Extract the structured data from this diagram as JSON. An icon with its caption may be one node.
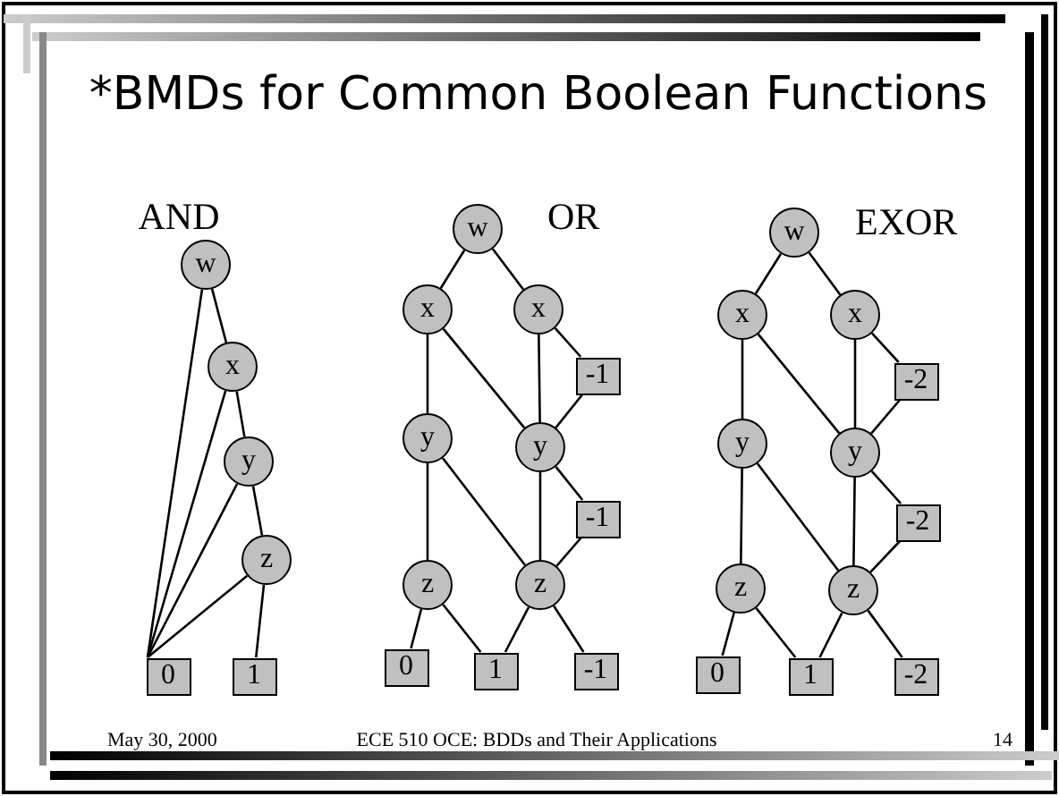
{
  "diagram": {
    "title": "*BMDs for Common Boolean Functions",
    "nodes": [
      {
        "text": [
          "w"
        ]
      },
      {
        "text": [
          "x"
        ]
      },
      {
        "text": [
          "y"
        ]
      },
      {
        "text": [
          "z"
        ]
      },
      {
        "text": [
          "0"
        ]
      },
      {
        "text": [
          "1"
        ]
      },
      {
        "text": [
          "w"
        ]
      },
      {
        "text": [
          "x"
        ]
      },
      {
        "text": [
          "x"
        ]
      },
      {
        "text": [
          "-1"
        ]
      },
      {
        "text": [
          "y"
        ]
      },
      {
        "text": [
          "y"
        ]
      },
      {
        "text": [
          "-1"
        ]
      },
      {
        "text": [
          "z"
        ]
      },
      {
        "text": [
          "z"
        ]
      },
      {
        "text": [
          "0"
        ]
      },
      {
        "text": [
          "1"
        ]
      },
      {
        "text": [
          "-1"
        ]
      },
      {
        "text": [
          "w"
        ]
      },
      {
        "text": [
          "x"
        ]
      },
      {
        "text": [
          "x"
        ]
      },
      {
        "text": [
          "-2"
        ]
      },
      {
        "text": [
          "y"
        ]
      },
      {
        "text": [
          "y"
        ]
      },
      {
        "text": [
          "-2"
        ]
      },
      {
        "text": [
          "z"
        ]
      },
      {
        "text": [
          "z"
        ]
      },
      {
        "text": [
          "0"
        ]
      },
      {
        "text": [
          "1"
        ]
      },
      {
        "text": [
          "-2"
        ]
      }
    ],
    "edges": [
      {
        "from": 0,
        "to": 1,
        "arrow": "none"
      },
      {
        "from": 1,
        "to": 2,
        "arrow": "none"
      },
      {
        "from": 2,
        "to": 3,
        "arrow": "none"
      },
      {
        "from": 3,
        "to": 5,
        "arrow": "none"
      },
      {
        "from": 0,
        "to": 4,
        "arrow": "none"
      },
      {
        "from": 1,
        "to": 4,
        "arrow": "none"
      },
      {
        "from": 2,
        "to": 4,
        "arrow": "none"
      },
      {
        "from": 3,
        "to": 4,
        "arrow": "none"
      },
      {
        "from": 6,
        "to": 7,
        "arrow": "none"
      },
      {
        "from": 6,
        "to": 8,
        "arrow": "none"
      },
      {
        "from": 7,
        "to": 10,
        "arrow": "none"
      },
      {
        "from": 7,
        "to": 11,
        "arrow": "none"
      },
      {
        "from": 8,
        "to": 11,
        "arrow": "none"
      },
      {
        "from": 8,
        "to": 9,
        "arrow": "none"
      },
      {
        "from": 9,
        "to": 11,
        "arrow": "none"
      },
      {
        "from": 10,
        "to": 13,
        "arrow": "none"
      },
      {
        "from": 10,
        "to": 14,
        "arrow": "none"
      },
      {
        "from": 11,
        "to": 14,
        "arrow": "none"
      },
      {
        "from": 11,
        "to": 12,
        "arrow": "none"
      },
      {
        "from": 12,
        "to": 14,
        "arrow": "none"
      },
      {
        "from": 13,
        "to": 15,
        "arrow": "none"
      },
      {
        "from": 13,
        "to": 16,
        "arrow": "none"
      },
      {
        "from": 14,
        "to": 16,
        "arrow": "none"
      },
      {
        "from": 14,
        "to": 17,
        "arrow": "none"
      },
      {
        "from": 18,
        "to": 19,
        "arrow": "none"
      },
      {
        "from": 18,
        "to": 20,
        "arrow": "none"
      },
      {
        "from": 19,
        "to": 22,
        "arrow": "none"
      },
      {
        "from": 19,
        "to": 23,
        "arrow": "none"
      },
      {
        "from": 20,
        "to": 23,
        "arrow": "none"
      },
      {
        "from": 20,
        "to": 21,
        "arrow": "none"
      },
      {
        "from": 21,
        "to": 23,
        "arrow": "none"
      },
      {
        "from": 22,
        "to": 25,
        "arrow": "none"
      },
      {
        "from": 22,
        "to": 26,
        "arrow": "none"
      },
      {
        "from": 23,
        "to": 26,
        "arrow": "none"
      },
      {
        "from": 23,
        "to": 24,
        "arrow": "none"
      },
      {
        "from": 24,
        "to": 26,
        "arrow": "none"
      },
      {
        "from": 25,
        "to": 27,
        "arrow": "none"
      },
      {
        "from": 25,
        "to": 28,
        "arrow": "none"
      },
      {
        "from": 26,
        "to": 28,
        "arrow": "none"
      },
      {
        "from": 26,
        "to": 29,
        "arrow": "none"
      }
    ],
    "labels": [
      "AND",
      "OR",
      "EXOR",
      "May 30, 2000",
      "ECE 510 OCE: BDDs and Their Applications",
      "14"
    ]
  }
}
